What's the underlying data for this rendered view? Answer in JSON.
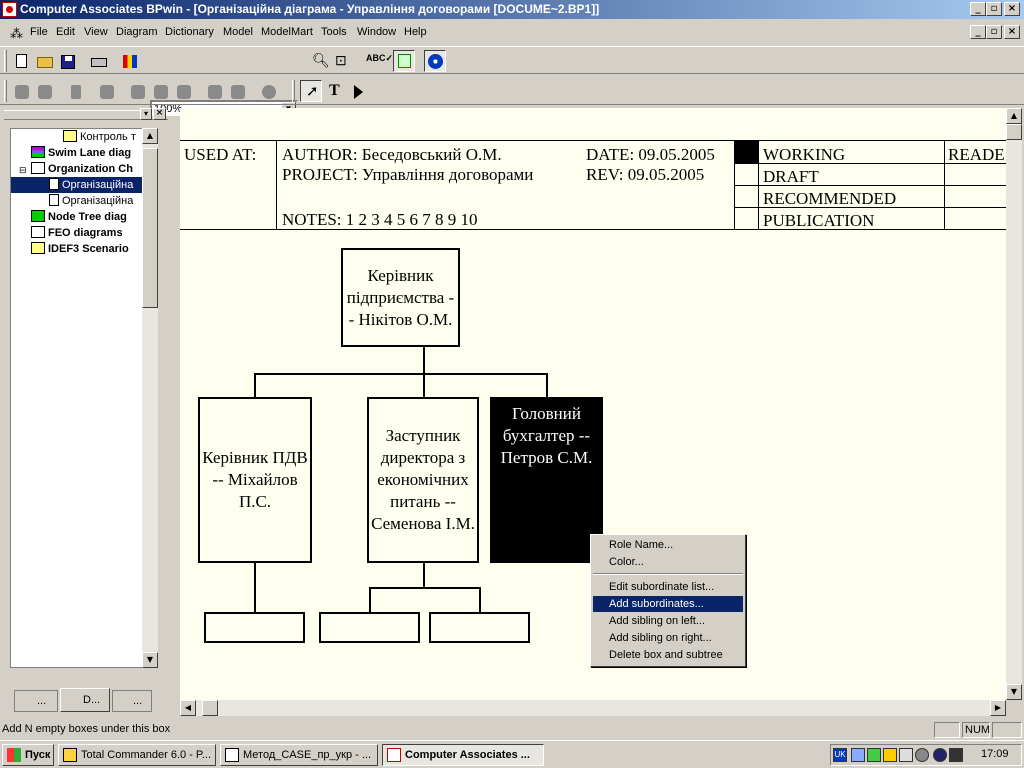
{
  "window": {
    "title": "Computer Associates BPwin - [Організаційна діаграма - Управління договорами  [DOCUME~2.BP1]]"
  },
  "menu": [
    "File",
    "Edit",
    "View",
    "Diagram",
    "Dictionary",
    "Model",
    "ModelMart",
    "Tools",
    "Window",
    "Help"
  ],
  "toolbar": {
    "zoom": "100%"
  },
  "tree": {
    "items": [
      {
        "label": "Контроль т",
        "bold": false,
        "selected": false
      },
      {
        "label": "Swim Lane diag",
        "bold": true,
        "selected": false
      },
      {
        "label": "Organization Ch",
        "bold": true,
        "selected": false
      },
      {
        "label": "Організаційна",
        "bold": false,
        "selected": true
      },
      {
        "label": "Організаційна",
        "bold": false,
        "selected": false
      },
      {
        "label": "Node Tree diag",
        "bold": true,
        "selected": false
      },
      {
        "label": "FEO diagrams",
        "bold": true,
        "selected": false
      },
      {
        "label": "IDEF3 Scenario",
        "bold": true,
        "selected": false
      }
    ],
    "tabs": [
      "...",
      "D...",
      "..."
    ]
  },
  "header": {
    "used_at": "USED AT:",
    "author": "AUTHOR:  Беседовський О.М.",
    "project": "PROJECT:  Управління договорами",
    "date": "DATE: 09.05.2005",
    "rev": "REV:     09.05.2005",
    "notes": "NOTES:  1  2  3  4  5  6  7  8  9  10",
    "status": [
      "WORKING",
      "DRAFT",
      "RECOMMENDED",
      "PUBLICATION"
    ],
    "reader": "READE"
  },
  "org": {
    "root": "Керівник підприємства -- Нікітов О.М.",
    "child1": "Керівник ПДВ -- Міхайлов П.С.",
    "child2": "Заступник директора з економічних питань -- Семенова І.М.",
    "child3": "Головний бухгалтер -- Петров С.М."
  },
  "context_menu": {
    "role_name": "Role Name...",
    "color": "Color...",
    "edit_sub": "Edit subordinate list...",
    "add_sub": "Add subordinates...",
    "add_left": "Add sibling on left...",
    "add_right": "Add sibling on right...",
    "delete": "Delete box and subtree"
  },
  "status": {
    "message": "Add N empty boxes under this box",
    "num": "NUM"
  },
  "taskbar": {
    "start": "Пуск",
    "tasks": [
      "Total Commander 6.0 - P...",
      "Метод_CASE_пр_укр - ...",
      "Computer Associates ..."
    ],
    "lang": "UK",
    "time": "17:09"
  }
}
